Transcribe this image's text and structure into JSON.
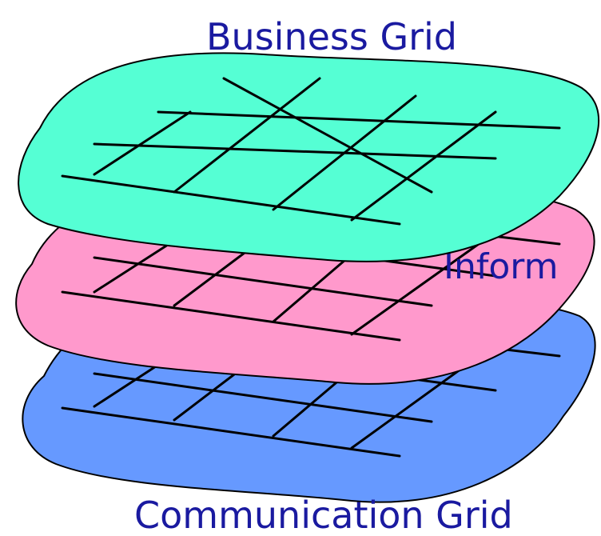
{
  "labels": {
    "top": "Business Grid",
    "middle": "Inform",
    "bottom": "Communication Grid"
  },
  "colors": {
    "business": "#55ffd4",
    "information": "#ff99cc",
    "communication": "#6699ff",
    "label_text": "#1a1aa0"
  }
}
